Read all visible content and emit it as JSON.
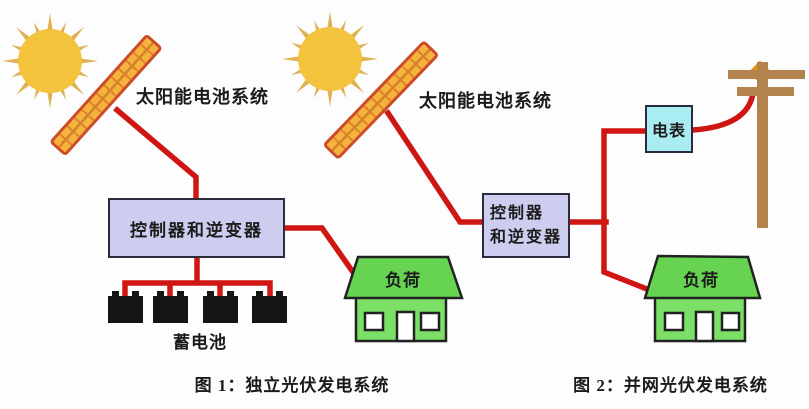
{
  "figure1": {
    "panel_label": "太阳能电池系统",
    "controller_label": "控制器和逆变器",
    "battery_label": "蓄电池",
    "load_label": "负荷",
    "caption": "图 1：独立光伏发电系统"
  },
  "figure2": {
    "panel_label": "太阳能电池系统",
    "controller_label_line1": "控制器",
    "controller_label_line2": "和逆变器",
    "meter_label": "电表",
    "load_label": "负荷",
    "caption": "图 2：并网光伏发电系统"
  },
  "colors": {
    "wire_red": "#d01612",
    "sun_body": "#f4c33e",
    "sun_rays": "#dfb255",
    "panel_cell_orange": "#f6b33c",
    "panel_border": "#cc4c26",
    "controller_fill": "#cdcdef",
    "meter_fill": "#a9edf2",
    "house_roof_green": "#66d451",
    "house_body_green": "#7ce066",
    "battery_black": "#151515",
    "pole_brown": "#b3834e"
  }
}
